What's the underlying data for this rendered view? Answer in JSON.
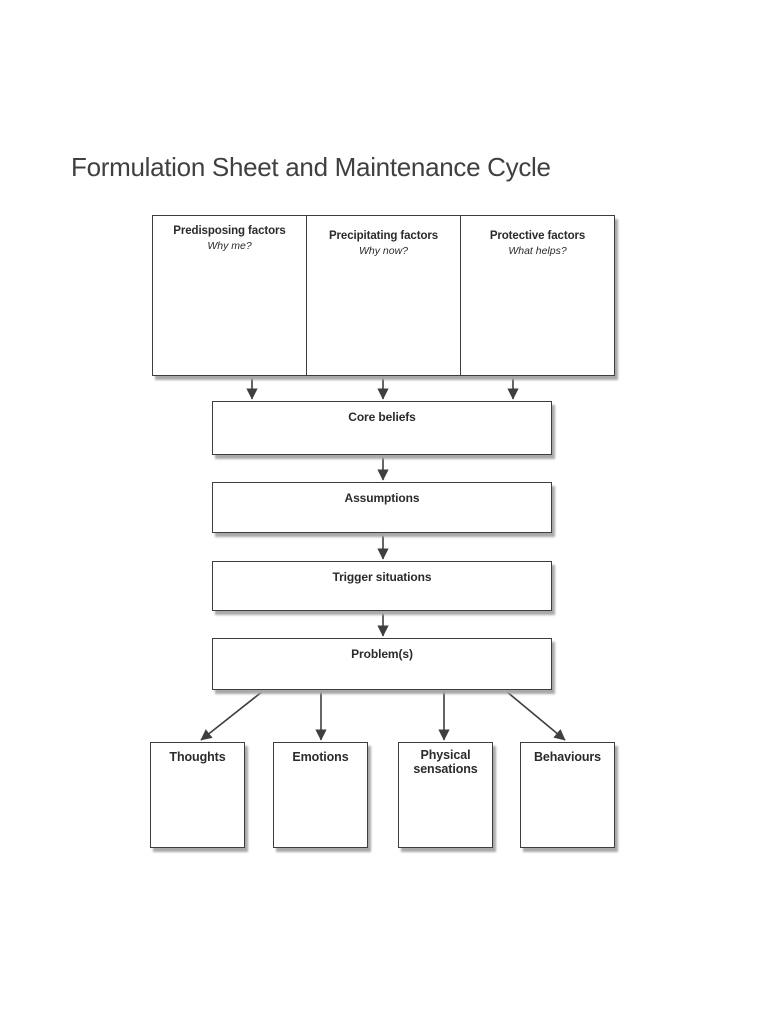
{
  "page": {
    "title": "Formulation Sheet and Maintenance Cycle"
  },
  "diagram": {
    "factor_boxes": [
      {
        "label": "Predisposing factors",
        "subtitle": "Why me?"
      },
      {
        "label": "Precipitating factors",
        "subtitle": "Why now?"
      },
      {
        "label": "Protective factors",
        "subtitle": "What helps?"
      }
    ],
    "flow_boxes": [
      {
        "label": "Core beliefs"
      },
      {
        "label": "Assumptions"
      },
      {
        "label": "Trigger situations"
      },
      {
        "label": "Problem(s)"
      }
    ],
    "outcome_boxes": [
      {
        "label": "Thoughts"
      },
      {
        "label": "Emotions"
      },
      {
        "label": "Physical sensations"
      },
      {
        "label": "Behaviours"
      }
    ],
    "colors": {
      "background": "#ffffff",
      "box_border": "#3d3d3d",
      "box_shadow": "#a9a9a9",
      "arrow": "#3f3f3f",
      "text": "#2b2b2b",
      "title_text": "#404040"
    }
  }
}
